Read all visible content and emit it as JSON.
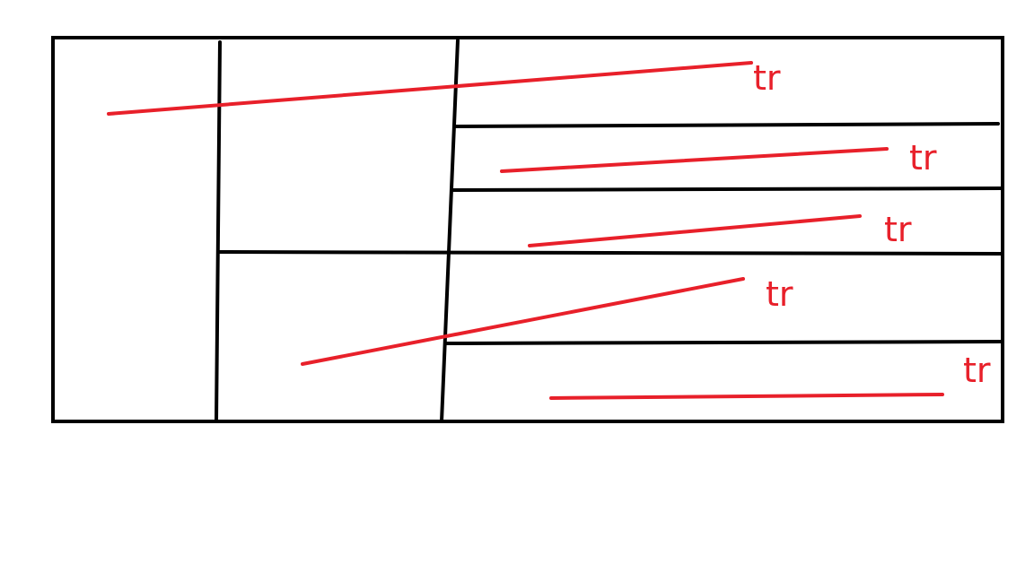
{
  "colors": {
    "background": "#ffffff",
    "table_lines": "#000000",
    "annotation": "#e8202a"
  },
  "annotations": [
    {
      "text": "tr"
    },
    {
      "text": "tr"
    },
    {
      "text": "tr"
    },
    {
      "text": "tr"
    },
    {
      "text": "tr"
    }
  ]
}
